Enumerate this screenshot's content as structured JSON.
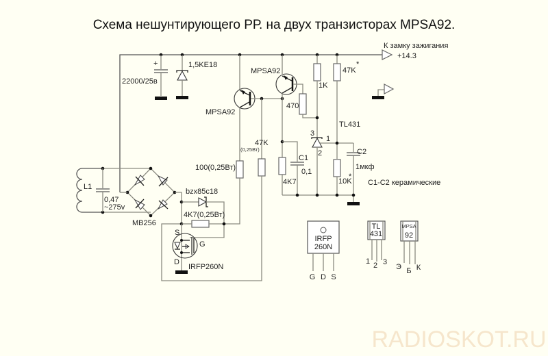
{
  "title": "Схема нешунтирующего РР.  на двух транзисторах MPSA92.",
  "watermark": "RADIOSKOT.RU",
  "labels": {
    "ignition": "К замку зажигания",
    "voltage": "+14.3",
    "cap_main": "22000/25в",
    "tvs": "1,5KE18",
    "q1": "MPSA92",
    "q2": "MPSA92",
    "r470": "470",
    "r1k": "1K",
    "r47k_top": "47K",
    "star": "*",
    "tl431": "TL431",
    "pin3": "3",
    "pin1": "1",
    "pin2": "2",
    "c1": "C1",
    "c1_val": "0,1",
    "r4k7": "4K7",
    "c2": "C2",
    "c2_val": "1мкф",
    "r10k": "10K",
    "ceramic_note": "C1-C2 керамические",
    "r47k": "47K",
    "r47k_power": "(0,25Вт)",
    "r100": "100(0,25Вт)",
    "l1": "L1",
    "c_in_val": "0,47",
    "c_in_volt": "~275v",
    "bridge": "MB256",
    "zener": "bzx85c18",
    "r4k7_gate": "4K7(0,25Вт)",
    "mos_s": "S",
    "mos_g": "G",
    "mos_d": "D",
    "mosfet": "IRFP260N"
  },
  "pinouts": {
    "irfp": {
      "line1": "IRFP",
      "line2": "260N",
      "pins": [
        "G",
        "D",
        "S"
      ]
    },
    "tl431": {
      "line1": "TL",
      "line2": "431",
      "pins": [
        "1",
        "2",
        "3"
      ]
    },
    "mpsa": {
      "line1": "MPSA",
      "line2": "92",
      "pins": [
        "Э",
        "Б",
        "К"
      ]
    }
  }
}
